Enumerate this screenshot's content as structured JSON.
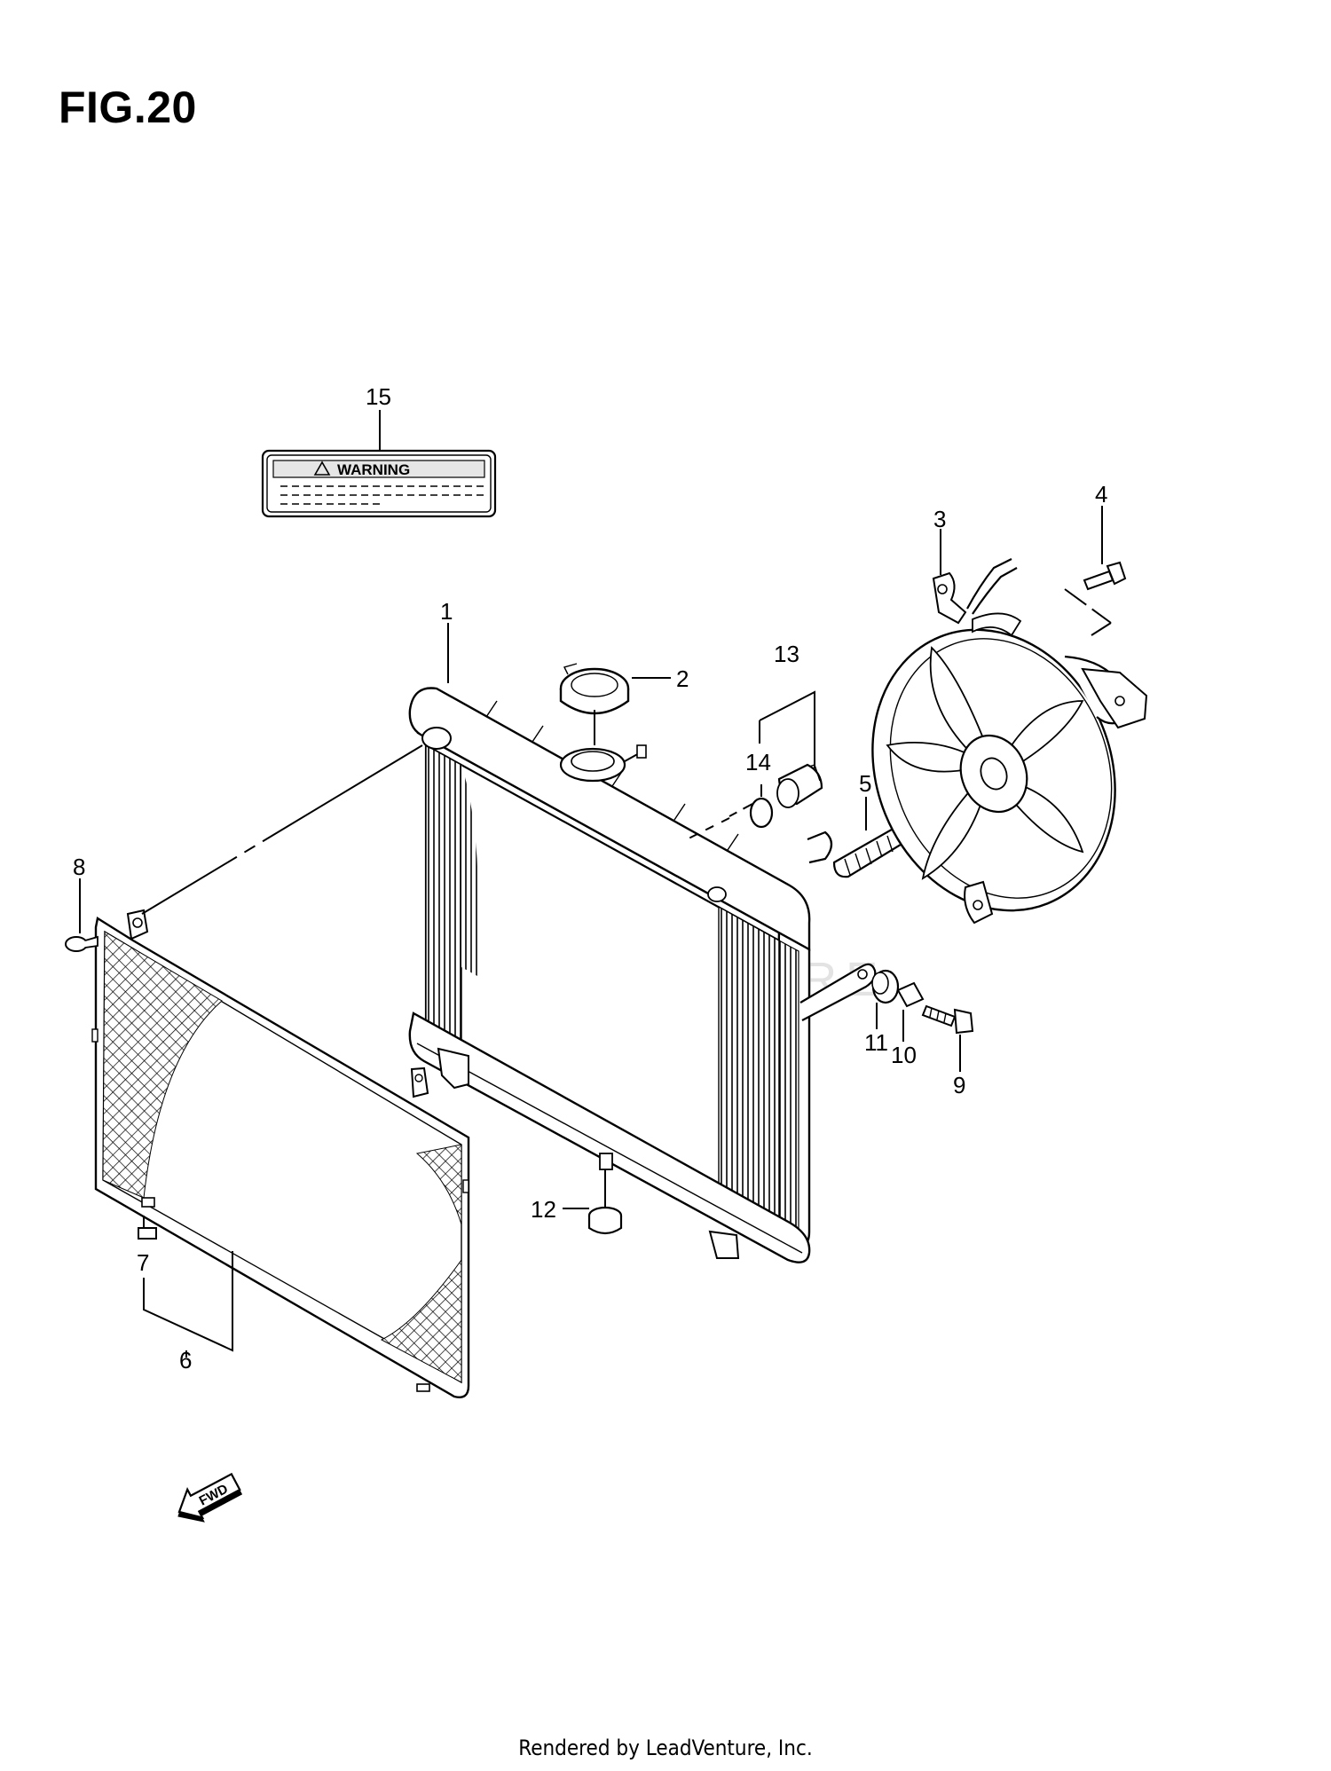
{
  "figure": {
    "title": "FIG.20"
  },
  "label": {
    "heading": "WARNING"
  },
  "watermark": "LEADVENTURE",
  "forward_arrow": "FWD",
  "footer": "Rendered by LeadVenture, Inc.",
  "callouts": [
    "1",
    "2",
    "3",
    "4",
    "5",
    "6",
    "7",
    "8",
    "9",
    "10",
    "11",
    "12",
    "13",
    "14",
    "15"
  ]
}
